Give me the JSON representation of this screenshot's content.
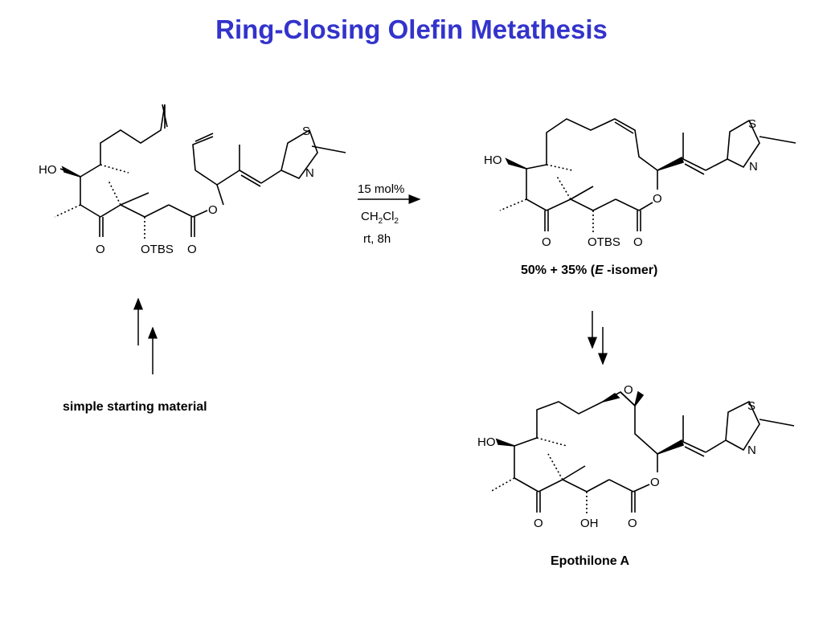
{
  "slide": {
    "title": "Ring-Closing Olefin Metathesis"
  },
  "reagents": {
    "line1": "15 mol%",
    "line2_a": "CH",
    "line2_sub1": "2",
    "line2_b": "Cl",
    "line2_sub2": "2",
    "line3": "rt, 8h"
  },
  "atoms": {
    "ho": "HO",
    "o": "O",
    "otbs": "OTBS",
    "oh": "OH",
    "s": "S",
    "n": "N"
  },
  "product_yield": {
    "part1": "50% + 35% (",
    "italic": "E",
    "part2": " -isomer)"
  },
  "labels": {
    "starting_material": "simple starting material",
    "final_product": "Epothilone A"
  },
  "colors": {
    "title": "#3333cc",
    "ink": "#000000"
  }
}
